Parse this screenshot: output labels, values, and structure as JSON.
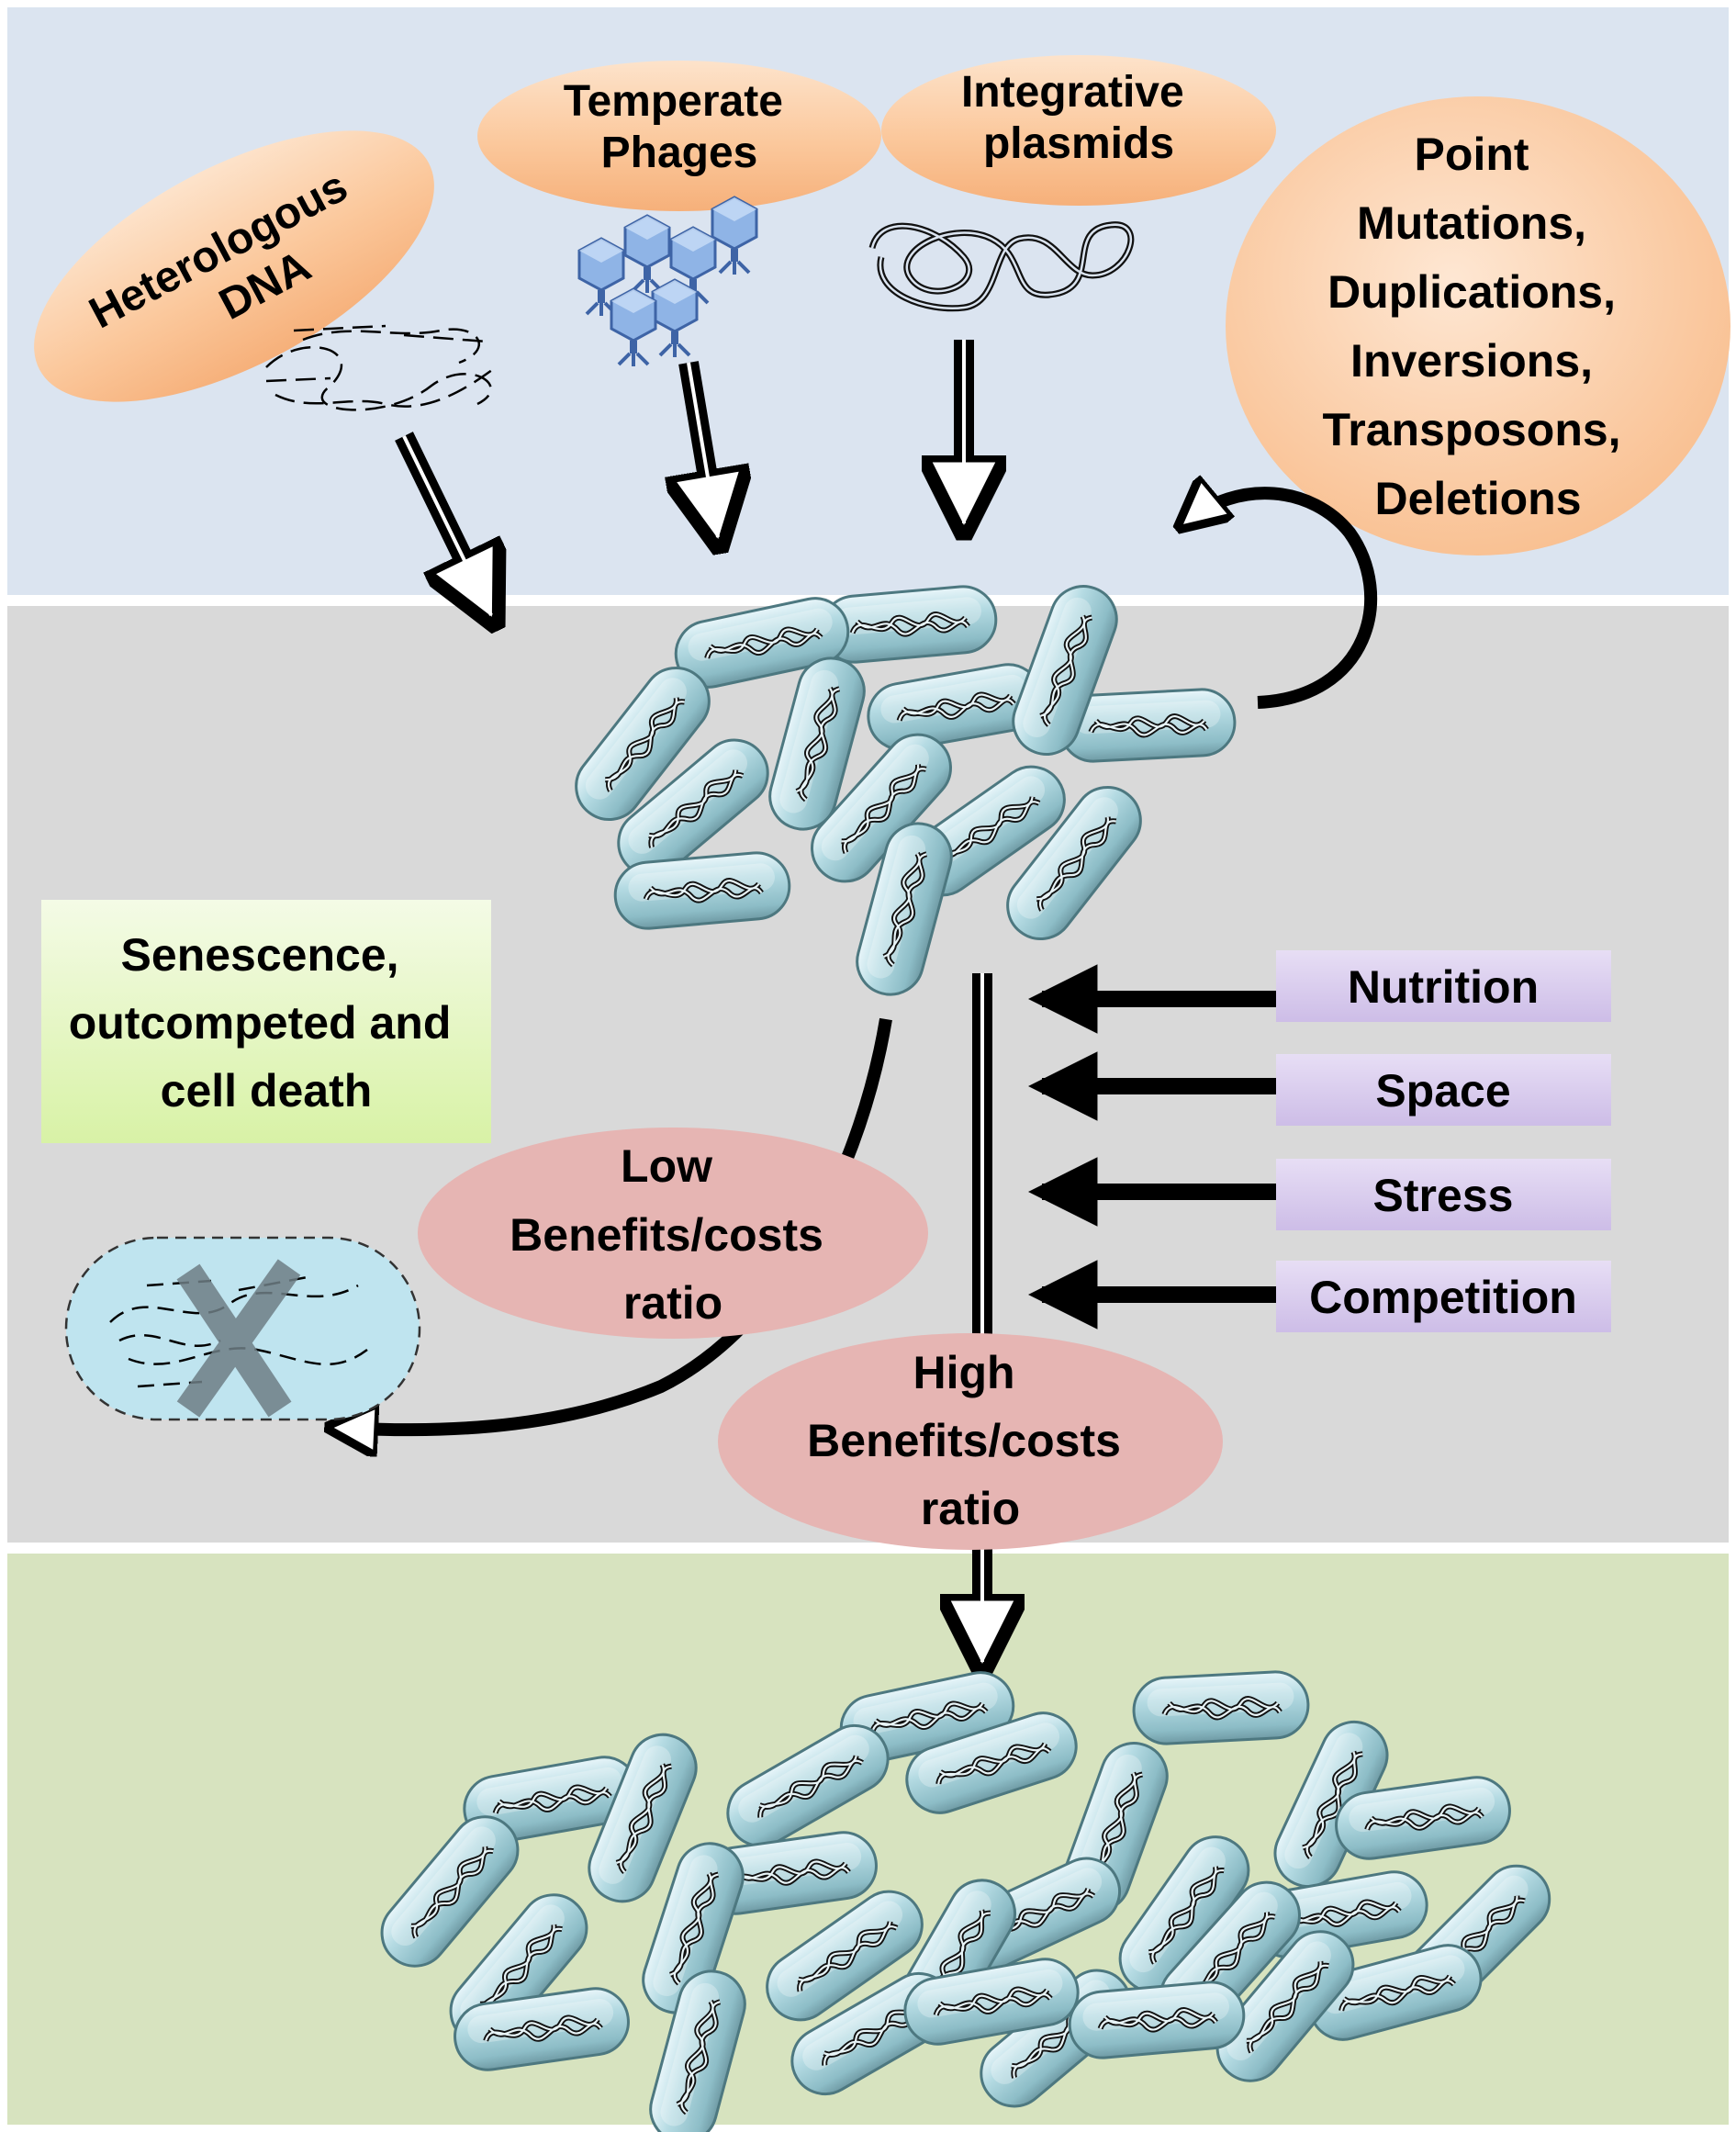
{
  "inputs": {
    "heterologous_dna": [
      "Heterologous",
      "DNA"
    ],
    "temperate_phages": [
      "Temperate",
      "Phages"
    ],
    "integrative_plasmids": [
      "Integrative",
      "plasmids"
    ],
    "genomic_changes": [
      "Point",
      "Mutations,",
      "Duplications,",
      "Inversions,",
      "Transposons,",
      "Deletions"
    ]
  },
  "outcome_box": [
    "Senescence,",
    "outcompeted and",
    "cell death"
  ],
  "pressures": [
    "Nutrition",
    "Space",
    "Stress",
    "Competition"
  ],
  "low_ratio": [
    "Low",
    "Benefits/costs",
    "ratio"
  ],
  "high_ratio": [
    "High",
    "Benefits/costs",
    "ratio"
  ],
  "colors": {
    "top_band": "#dbe4f0",
    "middle_band": "#d9d9d9",
    "bottom_band": "#d7e3bf",
    "input_oval": "#fbc89c",
    "ratio_oval": "#e6b5b3",
    "pressure_box": "#ddd0ee",
    "outcome_box": "#e9f8cc",
    "cell_fill": "#a8cfd6",
    "dead_cell_fill": "#bfe4ef"
  }
}
